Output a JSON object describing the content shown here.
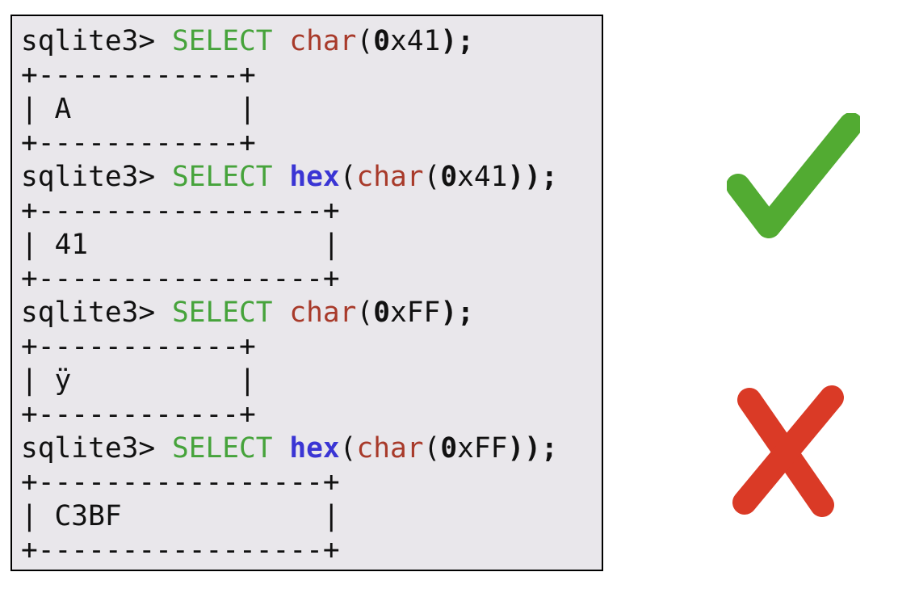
{
  "terminal": {
    "prompt": "sqlite3> ",
    "queries": [
      {
        "keyword": "SELECT",
        "hex_fn": "",
        "fn": "char",
        "zero": "0",
        "literal": "x41",
        "tail": ");",
        "border": "+------------+",
        "result_row": "| A          |"
      },
      {
        "keyword": "SELECT",
        "hex_fn": "hex",
        "fn": "char",
        "zero": "0",
        "literal": "x41",
        "tail": "));",
        "border": "+-----------------+",
        "result_row": "| 41              |"
      },
      {
        "keyword": "SELECT",
        "hex_fn": "",
        "fn": "char",
        "zero": "0",
        "literal": "xFF",
        "tail": ");",
        "border": "+------------+",
        "result_row": "| ÿ          |"
      },
      {
        "keyword": "SELECT",
        "hex_fn": "hex",
        "fn": "char",
        "zero": "0",
        "literal": "xFF",
        "tail": "));",
        "border": "+-----------------+",
        "result_row": "| C3BF            |"
      }
    ]
  },
  "marks": {
    "check_icon": "check-icon",
    "check_color": "#52ab32",
    "cross_icon": "cross-icon",
    "cross_color": "#da3a26"
  }
}
